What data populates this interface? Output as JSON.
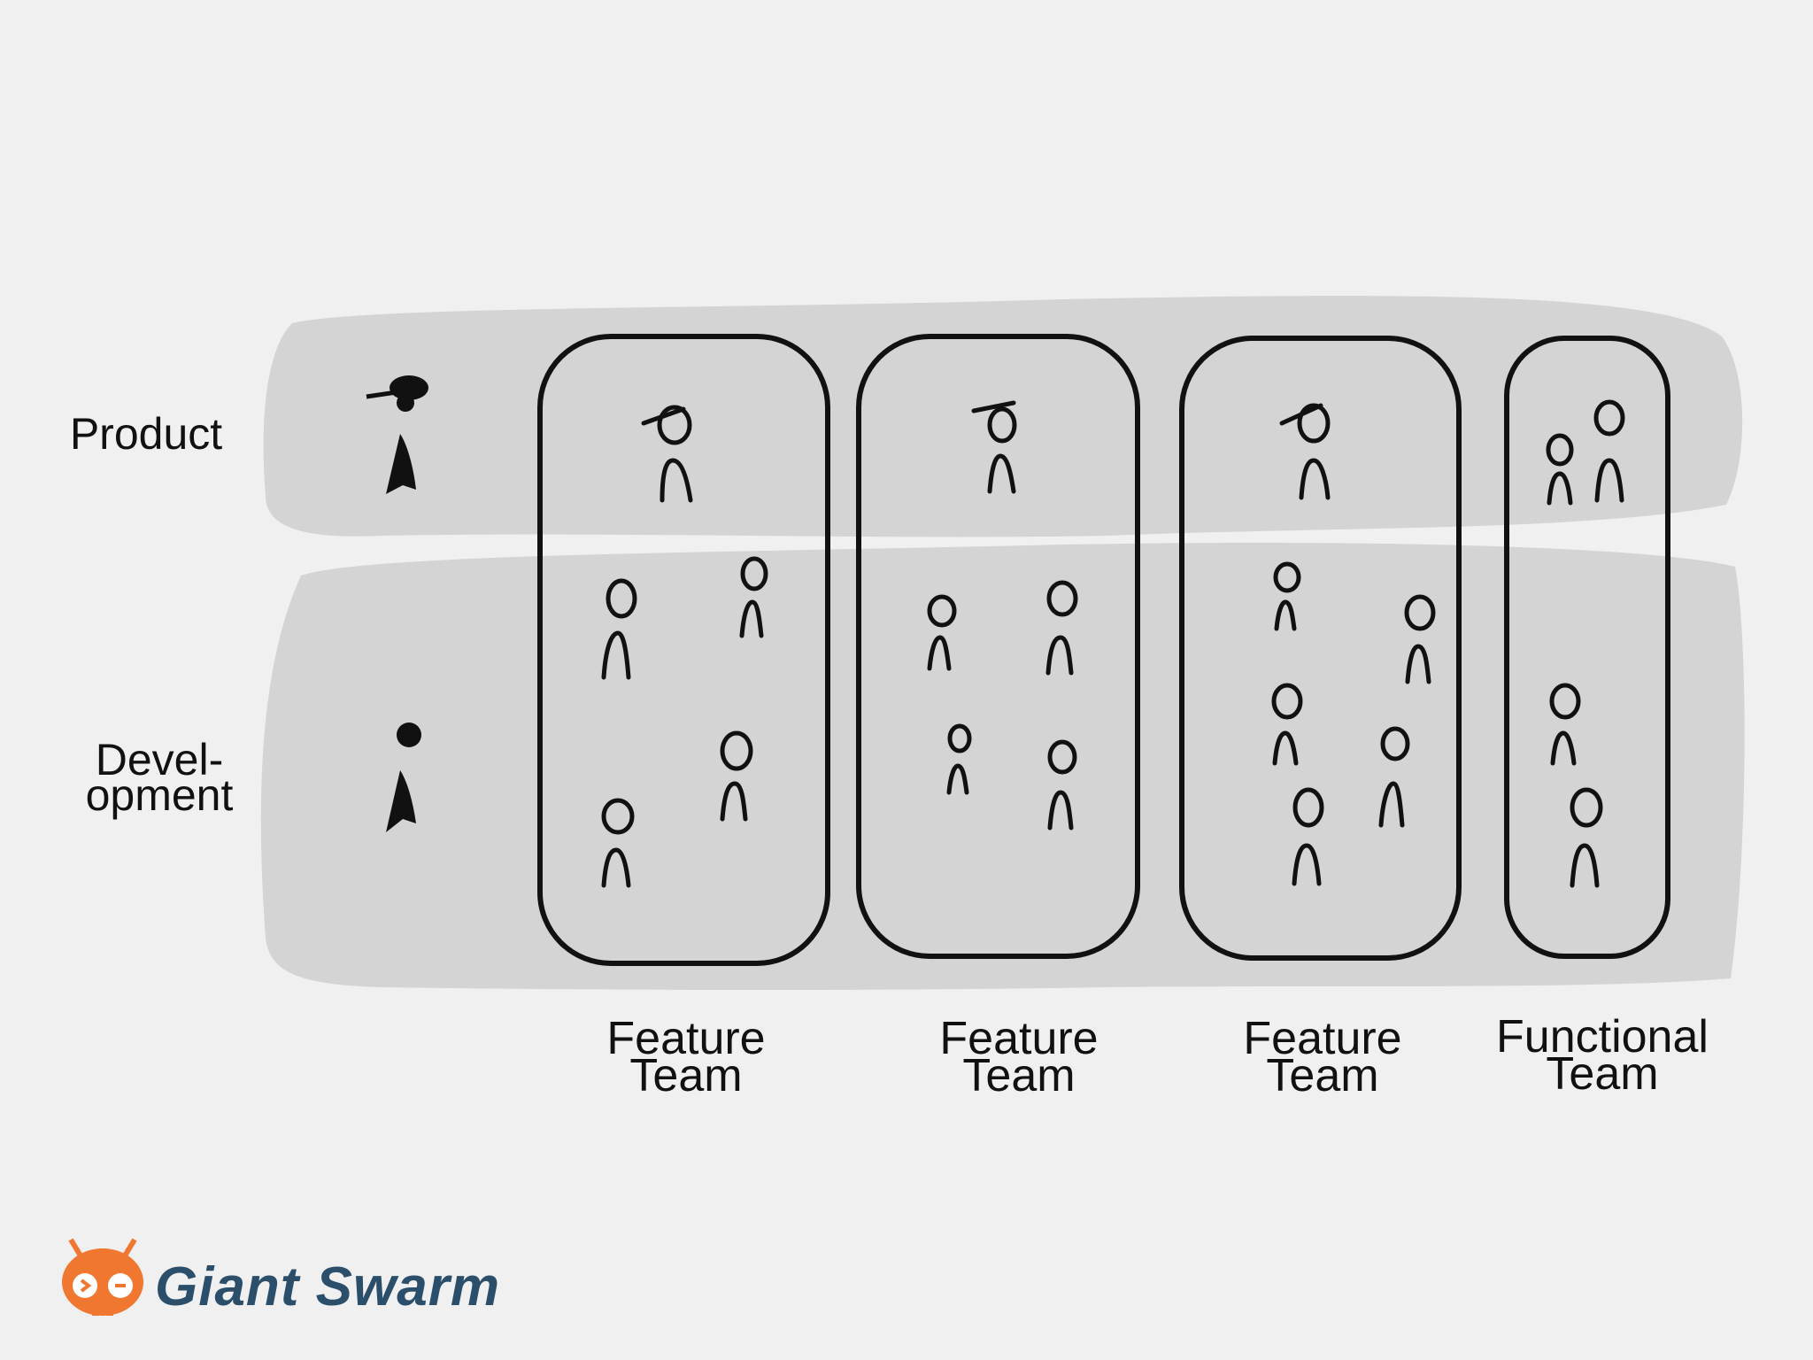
{
  "rows": {
    "product": [
      "Product"
    ],
    "development": [
      "Devel-",
      "opment"
    ]
  },
  "teams": [
    {
      "line1": "Feature",
      "line2": "Team"
    },
    {
      "line1": "Feature",
      "line2": "Team"
    },
    {
      "line1": "Feature",
      "line2": "Team"
    },
    {
      "line1": "Functional",
      "line2": "Team"
    }
  ],
  "logo": {
    "text": "Giant Swarm"
  },
  "colors": {
    "band": "#d4d4d4",
    "background": "#f0f0f1",
    "ink": "#111111",
    "logo_orange": "#f0772f",
    "logo_text": "#2b4f6b"
  }
}
